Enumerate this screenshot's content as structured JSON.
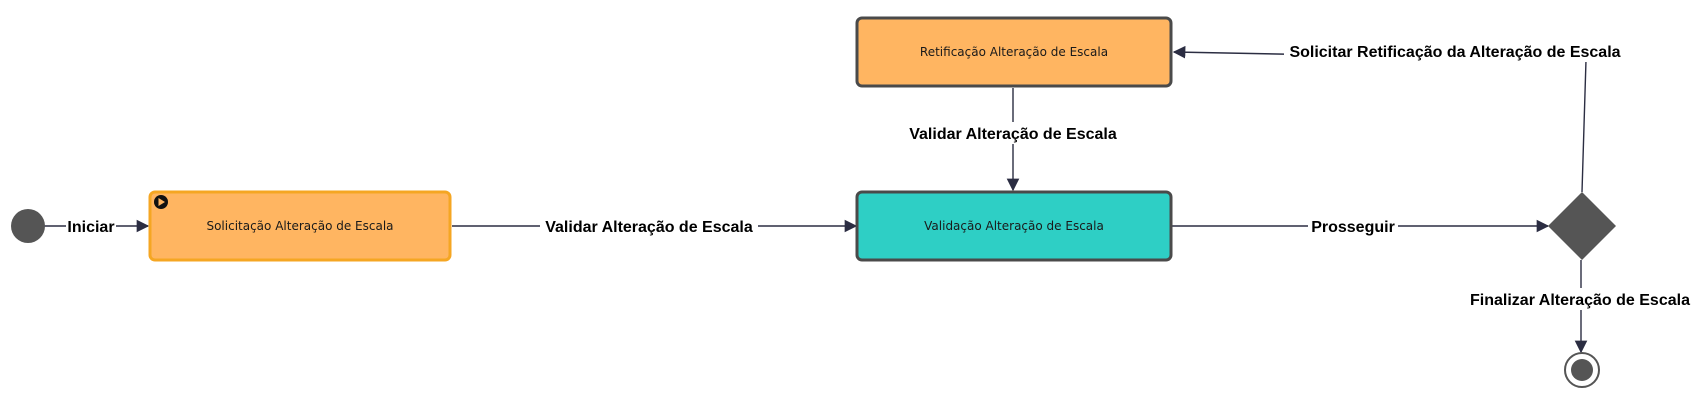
{
  "colors": {
    "task_orange": "#ffb561",
    "task_orange_active_border": "#f5a623",
    "task_teal": "#2ecfc5",
    "task_border": "#4a4a4a",
    "start_event": "#555555",
    "gateway": "#555555",
    "edge": "#2b2d42"
  },
  "nodes": {
    "solicitacao": {
      "label": "Solicitação Alteração de Escala",
      "icon": "play-icon"
    },
    "validacao": {
      "label": "Validação Alteração de Escala"
    },
    "retificacao": {
      "label": "Retificação Alteração de Escala"
    }
  },
  "edges": {
    "iniciar": "Iniciar",
    "validar_1": "Validar Alteração de Escala",
    "validar_2": "Validar Alteração de Escala",
    "prosseguir": "Prosseguir",
    "solicitar_retificacao": "Solicitar Retificação da Alteração de Escala",
    "finalizar": "Finalizar Alteração de Escala"
  }
}
